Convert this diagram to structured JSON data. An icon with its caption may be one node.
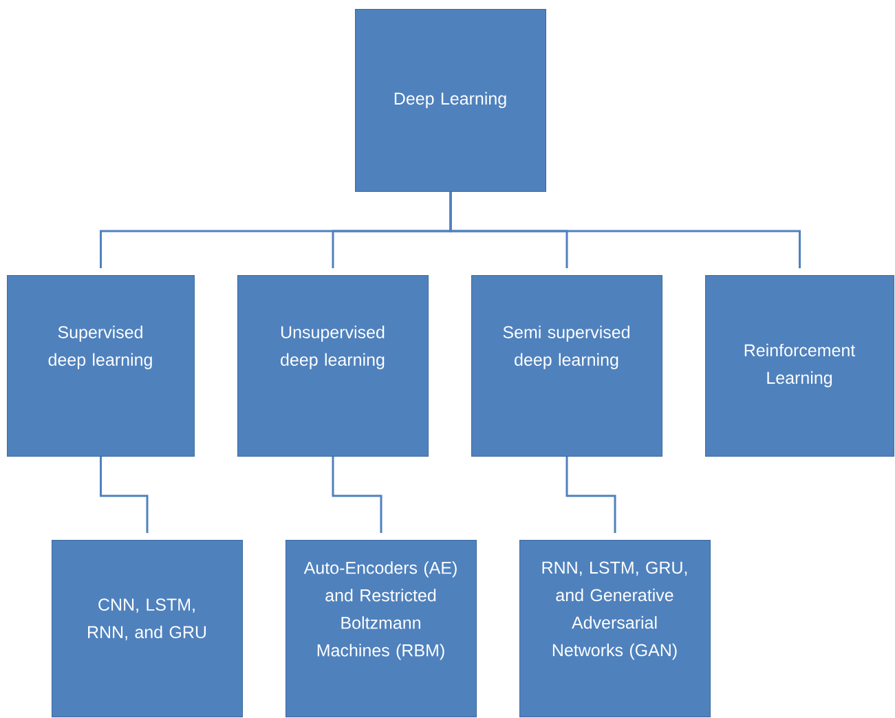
{
  "diagram": {
    "nodes": [
      {
        "text": [
          "Deep Learning"
        ]
      },
      {
        "text": [
          "Supervised deep learning"
        ]
      },
      {
        "text": [
          "Unsupervised deep learning"
        ]
      },
      {
        "text": [
          "Semi supervised deep learning"
        ]
      },
      {
        "text": [
          "Reinforcement Learning"
        ]
      },
      {
        "text": [
          "CNN, LSTM, RNN, and GRU"
        ]
      },
      {
        "text": [
          "Auto-Encoders (AE) and Restricted Boltzmann Machines (RBM)"
        ]
      },
      {
        "text": [
          "RNN, LSTM, GRU, and Generative Adversarial Networks (GAN)"
        ]
      }
    ],
    "edges": [
      {
        "from": 0,
        "to": 1,
        "arrow": "none"
      },
      {
        "from": 0,
        "to": 2,
        "arrow": "none"
      },
      {
        "from": 0,
        "to": 3,
        "arrow": "none"
      },
      {
        "from": 0,
        "to": 4,
        "arrow": "none"
      },
      {
        "from": 1,
        "to": 5,
        "arrow": "none"
      },
      {
        "from": 2,
        "to": 6,
        "arrow": "none"
      },
      {
        "from": 3,
        "to": 7,
        "arrow": "none"
      }
    ]
  }
}
